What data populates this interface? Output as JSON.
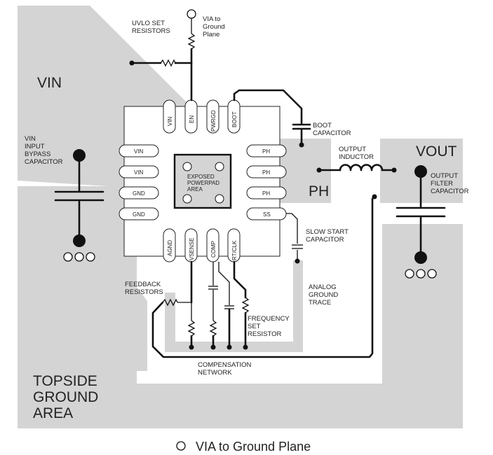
{
  "labels": {
    "vin": "VIN",
    "vout": "VOUT",
    "ph": "PH",
    "topside": [
      "TOPSIDE",
      "GROUND",
      "AREA"
    ],
    "uvlo": [
      "UVLO SET",
      "RESISTORS"
    ],
    "via_top": [
      "VIA to",
      "Ground",
      "Plane"
    ],
    "boot_cap": [
      "BOOT",
      "CAPACITOR"
    ],
    "output_inductor": [
      "OUTPUT",
      "INDUCTOR"
    ],
    "output_filter": [
      "OUTPUT",
      "FILTER",
      "CAPACITOR"
    ],
    "vin_bypass": [
      "VIN",
      "INPUT",
      "BYPASS",
      "CAPACITOR"
    ],
    "slow_start": [
      "SLOW START",
      "CAPACITOR"
    ],
    "analog_ground": [
      "ANALOG",
      "GROUND",
      "TRACE"
    ],
    "feedback": [
      "FEEDBACK",
      "RESISTORS"
    ],
    "freq_set": [
      "FREQUENCY",
      "SET",
      "RESISTOR"
    ],
    "compensation": [
      "COMPENSATION",
      "NETWORK"
    ],
    "powerpad": [
      "EXPOSED",
      "POWERPAD",
      "AREA"
    ],
    "legend": "VIA to Ground Plane"
  },
  "pins": {
    "top": [
      "VIN",
      "EN",
      "PWRGD",
      "BOOT"
    ],
    "left": [
      "VIN",
      "VIN",
      "GND",
      "GND"
    ],
    "right": [
      "PH",
      "PH",
      "PH",
      "SS"
    ],
    "bottom": [
      "AGND",
      "VSENSE",
      "COMP",
      "RT/CLK"
    ]
  },
  "colors": {
    "copper": "#d4d4d4",
    "trace": "#111111"
  }
}
